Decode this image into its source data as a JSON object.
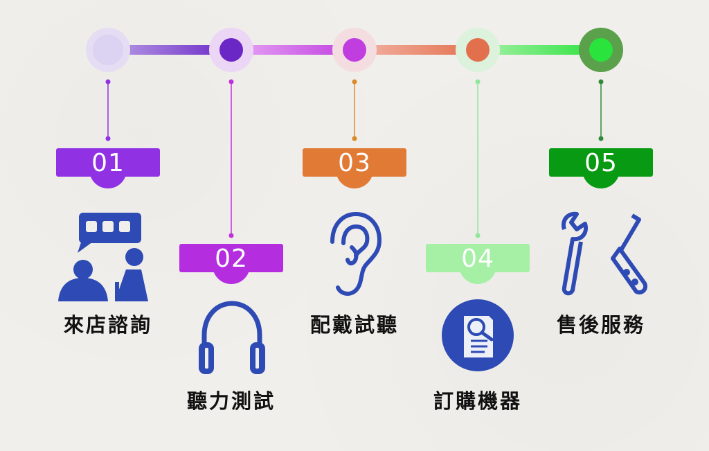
{
  "steps": [
    {
      "number": "01",
      "label": "來店諮詢",
      "icon": "consultation-icon",
      "color": "#9031e4",
      "node_color": "#d9cff0"
    },
    {
      "number": "02",
      "label": "聽力測試",
      "icon": "headphones-icon",
      "color": "#b42ee0",
      "node_color": "#6a27c6"
    },
    {
      "number": "03",
      "label": "配戴試聽",
      "icon": "ear-icon",
      "color": "#e07a35",
      "node_color": "#c03de0"
    },
    {
      "number": "04",
      "label": "訂購機器",
      "icon": "document-search-icon",
      "color": "#a5f0a5",
      "node_color": "#e3704d"
    },
    {
      "number": "05",
      "label": "售後服務",
      "icon": "wrench-screwdriver-icon",
      "color": "#079a12",
      "node_color": "#2ae33d"
    }
  ],
  "colors": {
    "icon_blue": "#2d4ab5",
    "background": "#f1efeb",
    "label_text": "#111111"
  }
}
